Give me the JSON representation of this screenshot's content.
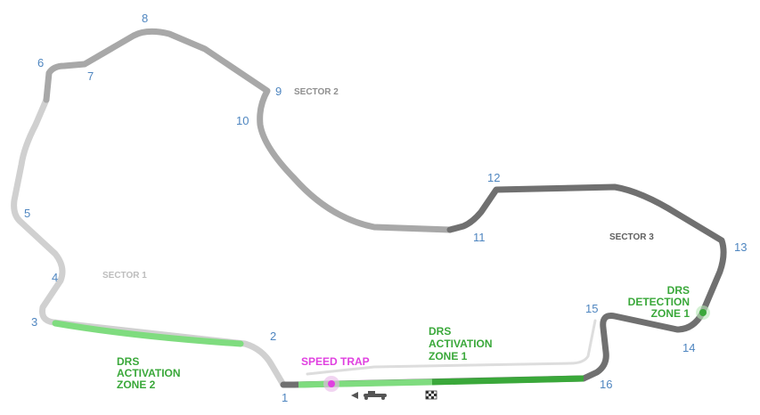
{
  "map": {
    "sectors": [
      {
        "label": "SECTOR 1",
        "color": "#d0d0d0"
      },
      {
        "label": "SECTOR 2",
        "color": "#a8a8a8"
      },
      {
        "label": "SECTOR 3",
        "color": "#707070"
      }
    ],
    "corners": [
      "1",
      "2",
      "3",
      "4",
      "5",
      "6",
      "7",
      "8",
      "9",
      "10",
      "11",
      "12",
      "13",
      "14",
      "15",
      "16"
    ],
    "drs_zone_1": [
      "DRS",
      "ACTIVATION",
      "ZONE 1"
    ],
    "drs_zone_2": [
      "DRS",
      "ACTIVATION",
      "ZONE 2"
    ],
    "drs_detection_1": [
      "DRS",
      "DETECTION",
      "ZONE 1"
    ],
    "speed_trap": "SPEED TRAP",
    "colors": {
      "sector1": "#d0d0d0",
      "sector2": "#a8a8a8",
      "sector3": "#707070",
      "drs_light": "#7fdc7f",
      "drs_dark": "#3aa83a",
      "drs_text": "#3aa83a",
      "speed_trap": "#e040e0",
      "corner_number": "#4f86c0"
    },
    "icons": [
      "car-icon",
      "chequered-flag-icon",
      "direction-arrow-icon",
      "speed-trap-marker-icon",
      "drs-detection-marker-icon"
    ]
  }
}
